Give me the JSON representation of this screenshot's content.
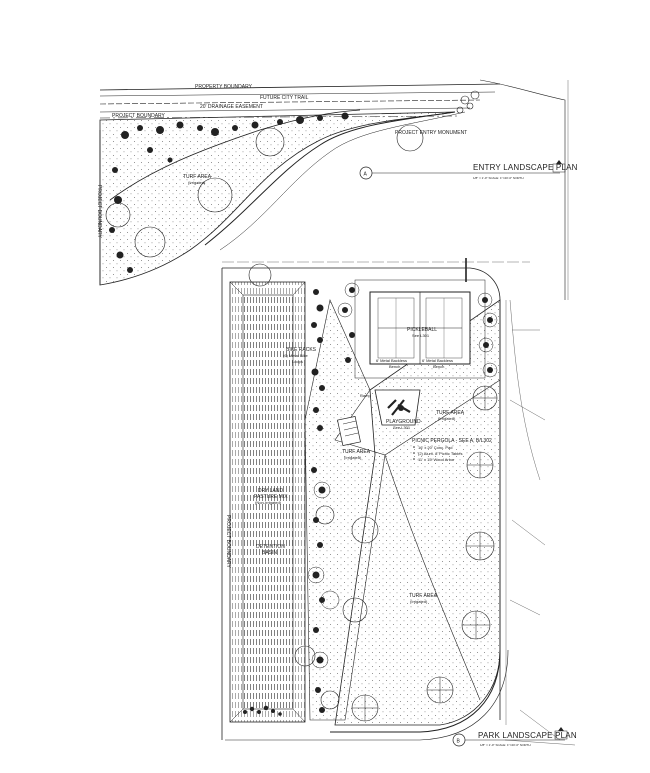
{
  "entry_plan": {
    "title": "ENTRY LANDSCAPE PLAN",
    "marker": "A",
    "scale_note": "1/8\" = 1'-0\"  SCALE: 1\"=20'-0\"  NORTH",
    "labels": {
      "property_boundary_top": "PROPERTY BOUNDARY",
      "future_city_trail": "FUTURE CITY TRAIL",
      "drainage_easement": "20' DRAINAGE EASEMENT",
      "project_boundary_top": "PROJECT BOUNDARY",
      "project_entry_monument": "PROJECT ENTRY MONUMENT",
      "turf_area": "TURF AREA",
      "turf_area_note": "(Irrigated)",
      "project_boundary_side": "PROJECT BOUNDARY"
    }
  },
  "park_plan": {
    "title": "PARK LANDSCAPE PLAN",
    "marker": "B",
    "scale_note": "1/8\" = 1'-0\"  SCALE: 1\"=20'-0\"  NORTH",
    "labels": {
      "pickleball": "PICKLEBALL",
      "pickleball_ref": "See L301",
      "metal_backless_left": "6' Metal Backless",
      "bench_left": "Bench",
      "metal_backless_right": "6' Metal Backless",
      "bench_right": "Bench",
      "bike_racks": "BIKE RACKS",
      "bike_racks_note1": "(6) Metal Bike",
      "bike_racks_note2": "Loops",
      "ramp": "Ramp",
      "playground": "PLAYGROUND",
      "playground_ref": "See L301",
      "turf_area_right": "TURF AREA",
      "turf_area_right_note": "(Irrigated)",
      "picnic_pergola": "PICNIC PERGOLA - SEE A, B/L302",
      "pergola_item1": "16' x 20' Conc. Pad",
      "pergola_item2": "(2) Alum. 8' Picnic Tables",
      "pergola_item3": "11' x 15' Wood Arbor",
      "turf_area_mid": "TURF AREA",
      "turf_area_mid_note": "(Irrigated)",
      "dry_land_1": "DRY LAND",
      "dry_land_2": "PASTURE MIX",
      "dry_land_3": "(Non-Irrigated)",
      "detention_1": "DETENTION",
      "detention_2": "BASIN",
      "project_boundary": "PROJECT BOUNDARY",
      "turf_area_bottom": "TURF AREA",
      "turf_area_bottom_note": "(Irrigated)"
    }
  }
}
